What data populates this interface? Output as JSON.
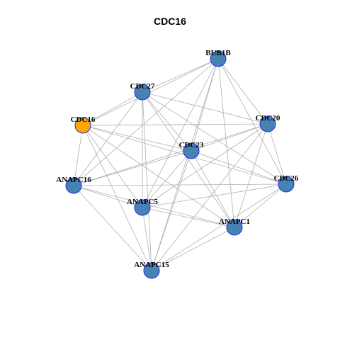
{
  "title": "CDC16",
  "graph": {
    "nodes": [
      {
        "id": "BUB1B",
        "label": "BUB1B",
        "color": "#4682b4",
        "highlight": false
      },
      {
        "id": "CDC27",
        "label": "CDC27",
        "color": "#4682b4",
        "highlight": false
      },
      {
        "id": "CDC16",
        "label": "CDC16",
        "color": "#ffa500",
        "highlight": true
      },
      {
        "id": "CDC20",
        "label": "CDC20",
        "color": "#4682b4",
        "highlight": false
      },
      {
        "id": "CDC23",
        "label": "CDC23",
        "color": "#4682b4",
        "highlight": false
      },
      {
        "id": "ANAPC16",
        "label": "ANAPC16",
        "color": "#4682b4",
        "highlight": false
      },
      {
        "id": "CDC26",
        "label": "CDC26",
        "color": "#4682b4",
        "highlight": false
      },
      {
        "id": "ANAPC5",
        "label": "ANAPC5",
        "color": "#4682b4",
        "highlight": false
      },
      {
        "id": "ANAPC1",
        "label": "ANAPC1",
        "color": "#4682b4",
        "highlight": false
      },
      {
        "id": "ANAPC15",
        "label": "ANAPC15",
        "color": "#4682b4",
        "highlight": false
      }
    ],
    "edges": [
      [
        "BUB1B",
        "CDC27"
      ],
      [
        "BUB1B",
        "CDC16"
      ],
      [
        "BUB1B",
        "CDC20"
      ],
      [
        "BUB1B",
        "CDC23"
      ],
      [
        "BUB1B",
        "ANAPC16"
      ],
      [
        "BUB1B",
        "CDC26"
      ],
      [
        "BUB1B",
        "ANAPC5"
      ],
      [
        "BUB1B",
        "ANAPC1"
      ],
      [
        "BUB1B",
        "ANAPC15"
      ],
      [
        "CDC27",
        "CDC16"
      ],
      [
        "CDC27",
        "CDC20"
      ],
      [
        "CDC27",
        "CDC23"
      ],
      [
        "CDC27",
        "ANAPC16"
      ],
      [
        "CDC27",
        "CDC26"
      ],
      [
        "CDC27",
        "ANAPC5"
      ],
      [
        "CDC27",
        "ANAPC1"
      ],
      [
        "CDC27",
        "ANAPC15"
      ],
      [
        "CDC16",
        "CDC20"
      ],
      [
        "CDC16",
        "CDC23"
      ],
      [
        "CDC16",
        "ANAPC16"
      ],
      [
        "CDC16",
        "CDC26"
      ],
      [
        "CDC16",
        "ANAPC5"
      ],
      [
        "CDC16",
        "ANAPC1"
      ],
      [
        "CDC16",
        "ANAPC15"
      ],
      [
        "CDC20",
        "CDC23"
      ],
      [
        "CDC20",
        "ANAPC16"
      ],
      [
        "CDC20",
        "CDC26"
      ],
      [
        "CDC20",
        "ANAPC5"
      ],
      [
        "CDC20",
        "ANAPC1"
      ],
      [
        "CDC20",
        "ANAPC15"
      ],
      [
        "CDC23",
        "ANAPC16"
      ],
      [
        "CDC23",
        "CDC26"
      ],
      [
        "CDC23",
        "ANAPC5"
      ],
      [
        "CDC23",
        "ANAPC1"
      ],
      [
        "CDC23",
        "ANAPC15"
      ],
      [
        "ANAPC16",
        "CDC26"
      ],
      [
        "ANAPC16",
        "ANAPC5"
      ],
      [
        "ANAPC16",
        "ANAPC1"
      ],
      [
        "ANAPC16",
        "ANAPC15"
      ],
      [
        "CDC26",
        "ANAPC5"
      ],
      [
        "CDC26",
        "ANAPC1"
      ],
      [
        "CDC26",
        "ANAPC15"
      ],
      [
        "ANAPC5",
        "ANAPC1"
      ],
      [
        "ANAPC5",
        "ANAPC15"
      ],
      [
        "ANAPC1",
        "ANAPC15"
      ]
    ]
  }
}
